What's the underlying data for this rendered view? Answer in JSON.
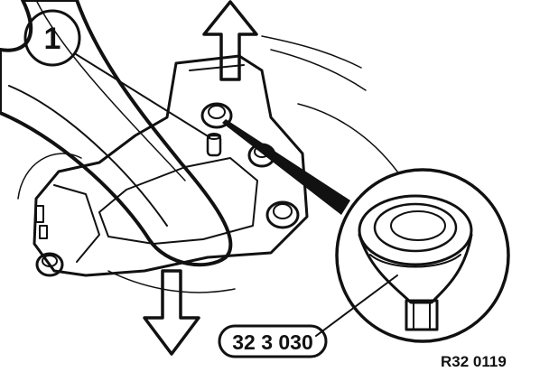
{
  "callout": {
    "number": "1"
  },
  "tool_label": {
    "text": "32 3 030"
  },
  "figure_ref": {
    "text": "R32 0119"
  },
  "colors": {
    "ink": "#111111",
    "paper": "#ffffff",
    "shade": "#cfcfcf",
    "light_shade": "#e6e6e6"
  }
}
